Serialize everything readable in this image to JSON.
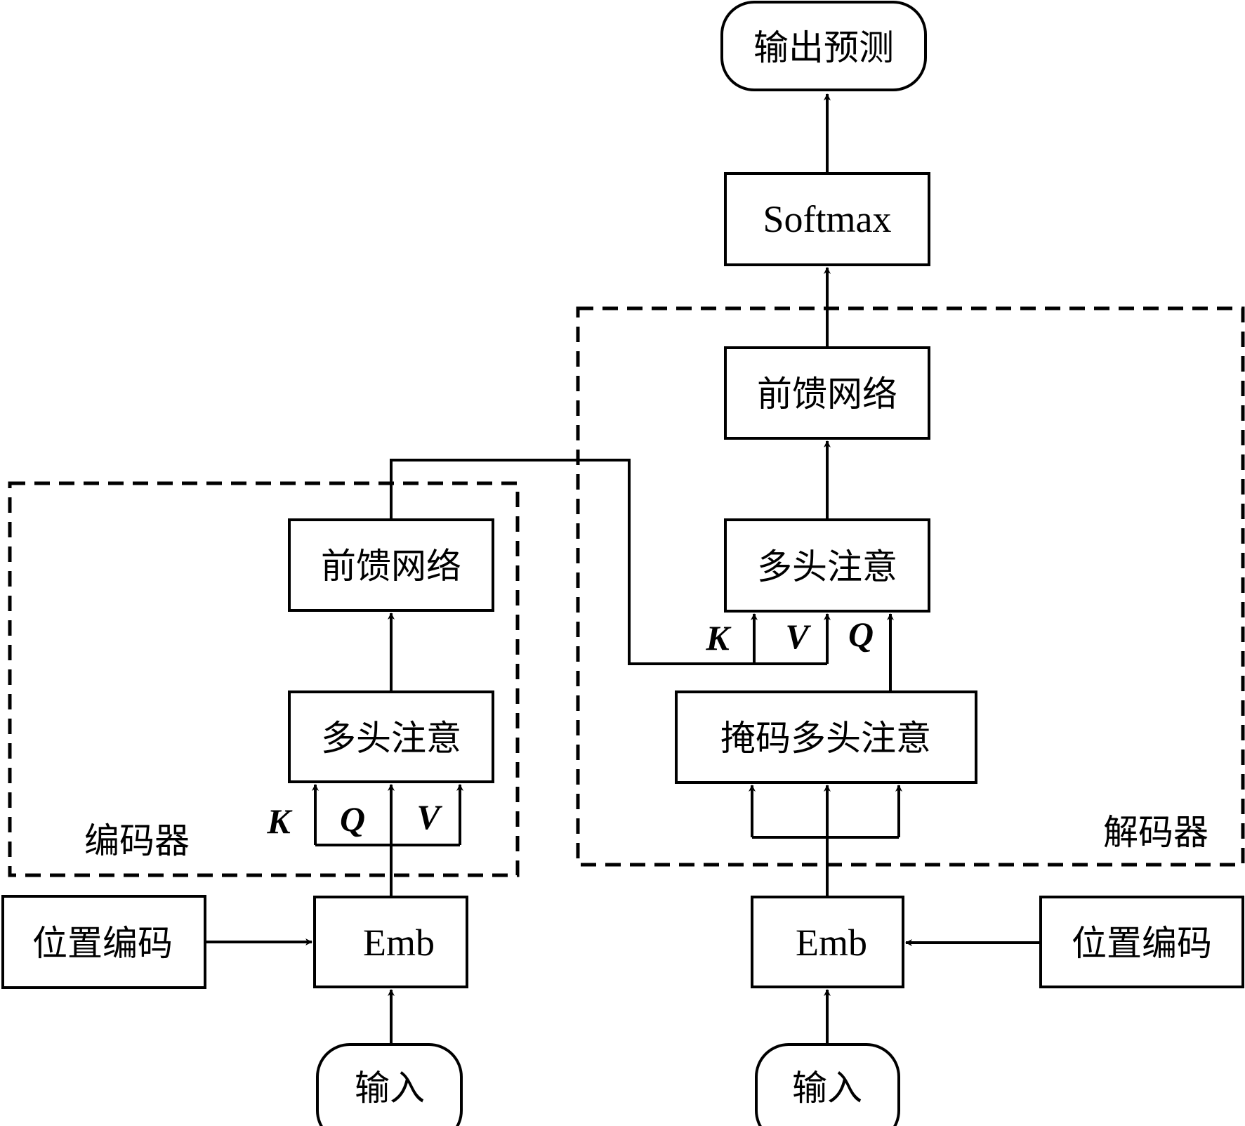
{
  "diagram": {
    "title": "Transformer encoder-decoder architecture",
    "output": {
      "label": "输出预测"
    },
    "softmax": {
      "label": "Softmax"
    },
    "decoder": {
      "region_label": "解码器",
      "feed_forward": {
        "label": "前馈网络"
      },
      "multi_head_attention": {
        "label": "多头注意"
      },
      "masked_attention": {
        "label": "掩码多头注意"
      },
      "cross_attention_inputs": {
        "k": "K",
        "v": "V",
        "q": "Q"
      },
      "embedding": {
        "label": "Emb"
      },
      "positional_encoding": {
        "label": "位置编码"
      },
      "input": {
        "label": "输入"
      }
    },
    "encoder": {
      "region_label": "编码器",
      "feed_forward": {
        "label": "前馈网络"
      },
      "multi_head_attention": {
        "label": "多头注意"
      },
      "attention_inputs": {
        "k": "K",
        "q": "Q",
        "v": "V"
      },
      "embedding": {
        "label": "Emb"
      },
      "positional_encoding": {
        "label": "位置编码"
      },
      "input": {
        "label": "输入"
      }
    },
    "colors": {
      "stroke": "#000000",
      "background": "#ffffff"
    }
  }
}
